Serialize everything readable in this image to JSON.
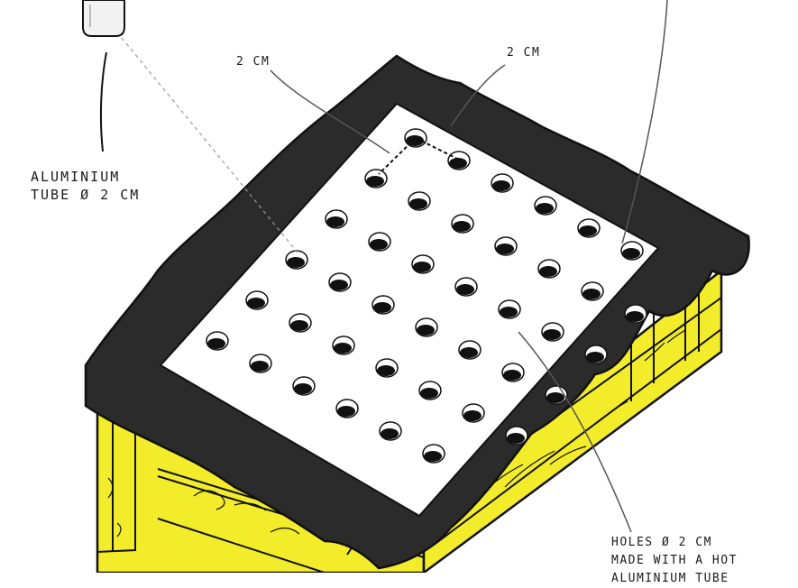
{
  "labels": {
    "tube": {
      "line1": "ALUMINIUM",
      "line2": "TUBE ø 2 CM"
    },
    "spacing_left": "2 CM",
    "spacing_right": "2 CM",
    "holes": {
      "line1": "HOLES ø 2 CM",
      "line2": "MADE WITH A HOT",
      "line3": "ALUMINIUM TUBE"
    }
  },
  "colors": {
    "liner": "#2b2b2b",
    "wood": "#f2ec2a",
    "outline": "#111111",
    "sheet": "#ffffff"
  },
  "hole_grid": {
    "rows": 6,
    "cols": 7,
    "diameter_cm": 2,
    "spacing_cm": 2
  }
}
